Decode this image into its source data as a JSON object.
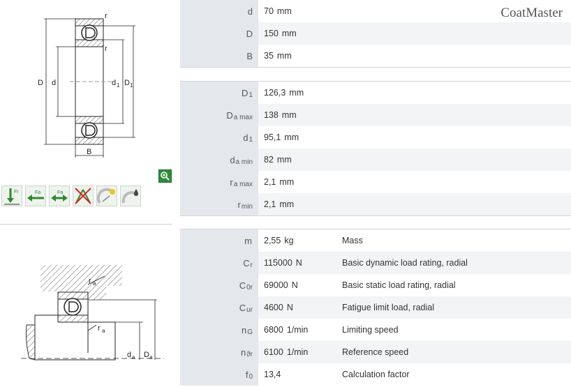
{
  "brand": "CoatMaster",
  "drawing_top": {
    "labels": {
      "r1": "r",
      "r2": "r",
      "D": "D",
      "d": "d",
      "d1": "d",
      "d1_sub": "1",
      "D1": "D",
      "D1_sub": "1",
      "B": "B"
    }
  },
  "drawing_bottom": {
    "labels": {
      "ra1": "r",
      "ra1_sub": "a",
      "ra2": "r",
      "ra2_sub": "a",
      "da": "d",
      "da_sub": "a",
      "Da": "D",
      "Da_sub": "a"
    }
  },
  "icons": [
    "radial-load-icon",
    "axial-load-left-icon",
    "axial-load-both-icon",
    "no-misalignment-icon",
    "speed-icon",
    "lubrication-icon"
  ],
  "group1": [
    {
      "sym": "d",
      "sub": "",
      "value": "70",
      "unit": "mm"
    },
    {
      "sym": "D",
      "sub": "",
      "value": "150",
      "unit": "mm"
    },
    {
      "sym": "B",
      "sub": "",
      "value": "35",
      "unit": "mm"
    }
  ],
  "group2": [
    {
      "sym": "D",
      "sub": "1",
      "value": "126,3",
      "unit": "mm"
    },
    {
      "sym": "D",
      "sub": "a max",
      "value": "138",
      "unit": "mm"
    },
    {
      "sym": "d",
      "sub": "1",
      "value": "95,1",
      "unit": "mm"
    },
    {
      "sym": "d",
      "sub": "a min",
      "value": "82",
      "unit": "mm"
    },
    {
      "sym": "r",
      "sub": "a max",
      "value": "2,1",
      "unit": "mm"
    },
    {
      "sym": "r",
      "sub": "min",
      "value": "2,1",
      "unit": "mm"
    }
  ],
  "group3": [
    {
      "sym": "m",
      "sub": "",
      "value": "2,55",
      "unit": "kg",
      "desc": "Mass"
    },
    {
      "sym": "C",
      "sub": "r",
      "value": "115000",
      "unit": "N",
      "desc": "Basic dynamic load rating, radial"
    },
    {
      "sym": "C",
      "sub": "0r",
      "value": "69000",
      "unit": "N",
      "desc": "Basic static load rating, radial"
    },
    {
      "sym": "C",
      "sub": "ur",
      "value": "4600",
      "unit": "N",
      "desc": "Fatigue limit load, radial"
    },
    {
      "sym": "n",
      "sub": "G",
      "value": "6800",
      "unit": "1/min",
      "desc": "Limiting speed"
    },
    {
      "sym": "n",
      "sub": "ϑr",
      "value": "6100",
      "unit": "1/min",
      "desc": "Reference speed"
    },
    {
      "sym": "f",
      "sub": "0",
      "value": "13,4",
      "unit": "",
      "desc": "Calculation factor"
    }
  ]
}
